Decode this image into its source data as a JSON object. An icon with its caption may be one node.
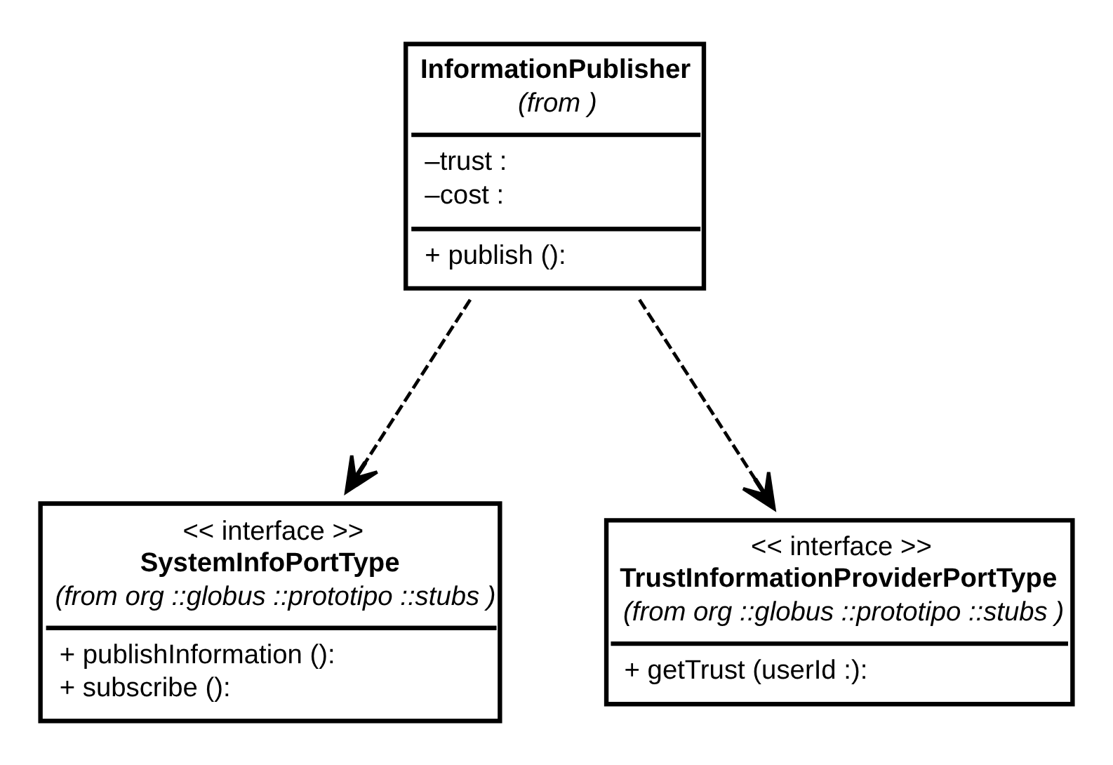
{
  "diagram": {
    "nodes": [
      {
        "text": [
          "InformationPublisher",
          "(from )",
          "–trust :",
          "–cost :",
          "+ publish ():"
        ]
      },
      {
        "text": [
          "<< interface >>",
          "SystemInfoPortType",
          "(from org ::globus ::prototipo ::stubs )",
          "+ publishInformation ():",
          "+ subscribe ():"
        ]
      },
      {
        "text": [
          "<< interface >>",
          "TrustInformationProviderPortType",
          "(from org ::globus ::prototipo ::stubs )",
          "+ getTrust (userId :):"
        ]
      }
    ],
    "edges": [
      {
        "from": 0,
        "to": 1,
        "arrow": "to",
        "style": "dashed"
      },
      {
        "from": 0,
        "to": 2,
        "arrow": "to",
        "style": "dashed"
      }
    ]
  }
}
